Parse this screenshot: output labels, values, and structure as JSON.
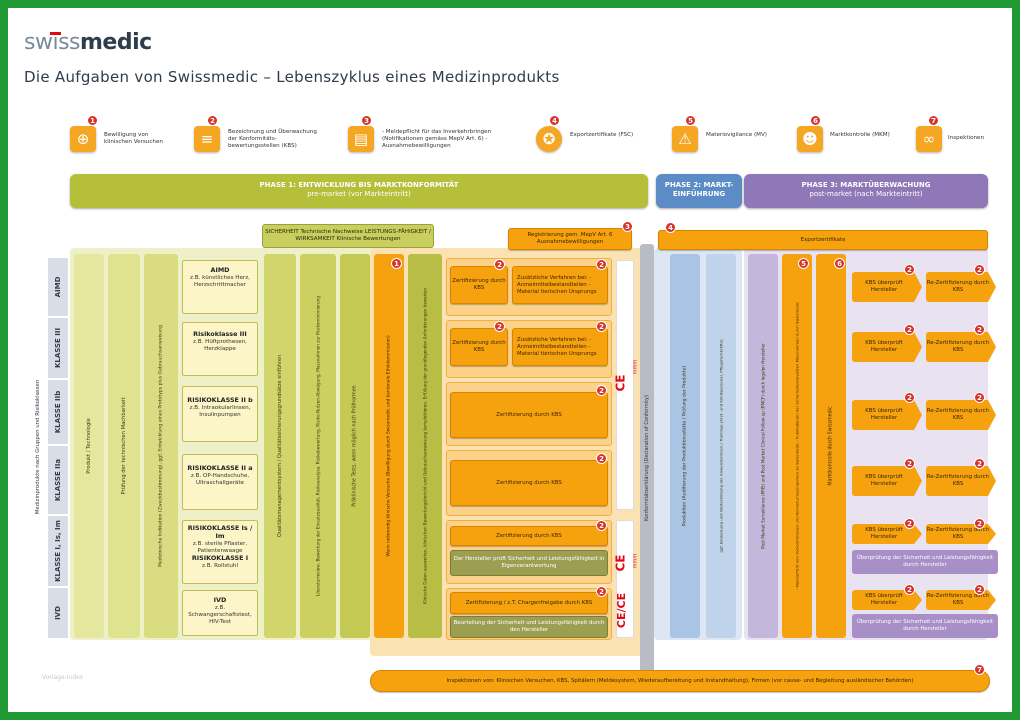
{
  "header": {
    "logo_swiss": "swiss",
    "logo_medic": "medic",
    "title": "Die Aufgaben von Swissmedic – Lebenszyklus eines Medizinprodukts"
  },
  "legend": [
    {
      "num": "1",
      "icon": "magnifier-plus-icon",
      "text": "Bewilligung von klinischen Versuchen"
    },
    {
      "num": "2",
      "icon": "document-icon",
      "text": "Bezeichnung und Überwachung der Konformitäts-bewertungsstellen (KBS)"
    },
    {
      "num": "3",
      "icon": "folders-icon",
      "text": "- Meldepflicht für das Inverkehrbringen (Notifikationen gemäss MepV Art. 6) - Ausnahmebewilligungen"
    },
    {
      "num": "4",
      "icon": "certificate-seal-icon",
      "text": "Exportzertifikate (FSC)"
    },
    {
      "num": "5",
      "icon": "warning-triangle-icon",
      "text": "Materiovigilance (MV)"
    },
    {
      "num": "6",
      "icon": "inspector-person-icon",
      "text": "Marktkontrolle (MKM)"
    },
    {
      "num": "7",
      "icon": "binoculars-icon",
      "text": "Inspektionen"
    }
  ],
  "phases": {
    "p1_title": "PHASE 1: ENTWICKLUNG BIS MARKTKONFORMITÄT",
    "p1_sub": "pre-market (vor Markteintritt)",
    "p2_title": "PHASE 2: MARKT-",
    "p2_title2": "EINFÜHRUNG",
    "p3_title": "PHASE 3: MARKTÜBERWACHUNG",
    "p3_sub": "post-market (nach Markteintritt)"
  },
  "top_boxes": {
    "sicherheit": "SICHERHEIT Technische Nachweise LEISTUNGS-FÄHIGKEIT / WIRKSAMKEIT Klinische Bewertungen",
    "registrierung": "Registrierung gem. MepV Art. 6 Ausnahmebewilligungen",
    "export": "Exportzertifikate"
  },
  "side_label": "Medizinprodukte nach Gruppen und Risikoklassen",
  "classes": [
    "AIMD",
    "KLASSE III",
    "KLASSE IIb",
    "KLASSE IIa",
    "KLASSE I, Is, Im",
    "IVD"
  ],
  "risk_boxes": [
    {
      "title": "AIMD",
      "text": "z.B. künstliches Herz, Herzschrittmacher"
    },
    {
      "title": "Risikoklasse III",
      "text": "z.B. Hüftprothesen, Herzklappe"
    },
    {
      "title": "RISIKOKLASSE II b",
      "text": "z.B. Intraokularlinsen, Insulinpumpen"
    },
    {
      "title": "RISIKOKLASSE II a",
      "text": "z.B. OP-Handschuhe, Ultraschallgeräte"
    },
    {
      "title": "RISIKOKLASSE Is / Im",
      "text": "z.B. sterile Pflaster, Patientenwaage"
    },
    {
      "title": "RISIKOKLASSE I",
      "text": "z.B. Rollstuhl"
    },
    {
      "title": "IVD",
      "text": "z.B. Schwangerschaftstest, HIV-Test"
    }
  ],
  "vertical_columns": {
    "produkt": "Produkt / Technologie",
    "pruefung": "Prüfung der technischen Machbarkeit",
    "indikation": "Medizinische Indikation (Zweckbestimmung), ggf. Entwicklung eines Prototyps plus Gebrauchsanweisung",
    "qualitaet": "Qualitätsmanagementsystem / Qualitätssicherungsgrundsätze einführen",
    "literatur": "Literaturreview, Bewertung der Einsatzqualität; Risikoanalyse, Risikobewertung, Risiko-Nutzen-Abwägung, Massnahmen zur Risikominimierung",
    "praeklinisch": "Präklinische Tests, wenn möglich nach Prüfnormen",
    "versuche": "Wenn notwendig klinische Versuche (Bewilligung durch Swissmedic und kantonale Ethikkommission)",
    "klinisch": "Klinische Daten auswerten, klinischen Bewertungsbericht und Gebrauchsanweisung komplettieren. Erfüllung der grundlegenden Anforderungen bewerten",
    "konformitaet": "Konformitätserklärung (Declaration of Conformity)",
    "produktion": "Produktion (Auditierung der Produktionsstätte / Prüfung der Produkte)",
    "einweisung": "ggf. Einweisung und Weiterbildung der Anwenderinnen / Trainings (Arzt- und Klinikpersonal, Pflegefachkräfte)",
    "pms": "Post Market Surveillance (PMS) und Post Market Clinical Follow-up (PMCF) durch legalen Hersteller",
    "meldepflicht": "- Meldepflicht von Vorkommnissen und Korrekturmassnahmen an Swissmedic - Publikationen der sicherheitsrelevanten Massnahmen durch Swissmedic",
    "marktkontrolle": "Marktkontrolle durch Swissmedic"
  },
  "boxes": {
    "zert_kbs": "Zertifizierung durch KBS",
    "zusatz": "Zusätzliche Verfahren bei: - Arzneimittelbestandteilen - Material tierischen Ursprungs",
    "hersteller_prueft": "Der Hersteller prüft Sicherheit und Leistungsfähigkeit in Eigenverantwortung",
    "zert_charge": "Zertifizierung / z.T. Chargenfreigabe durch KBS",
    "beurteilung": "Beurteilung der Sicherheit und Leistungsfähigkeit durch den Hersteller",
    "kbs_ueberprueft": "KBS überprüft Hersteller",
    "rezert": "Re-Zertifizierung durch KBS",
    "ueberpruefung_sicherheit": "Überprüfung der Sicherheit und Leistungsfähigkeit durch Hersteller",
    "ce": "CE",
    "ce_code": "mmm",
    "ce_double": "CE/CE"
  },
  "footer": {
    "inspektionen": "Inspektionen von: Klinischen Versuchen, KBS, Spitälern (Meldesystem, Wiederaufbereitung und Instandhaltung), Firmen (vor cause- und Begleitung ausländischer Behörden)",
    "stamp": "Vorlage-Index"
  },
  "colors": {
    "phase1": "#b6bf3a",
    "phase2": "#5b8cc5",
    "phase3": "#8f78b8",
    "orange": "#f6a20f",
    "red_num": "#d6332a",
    "frame": "#1f9a34"
  }
}
